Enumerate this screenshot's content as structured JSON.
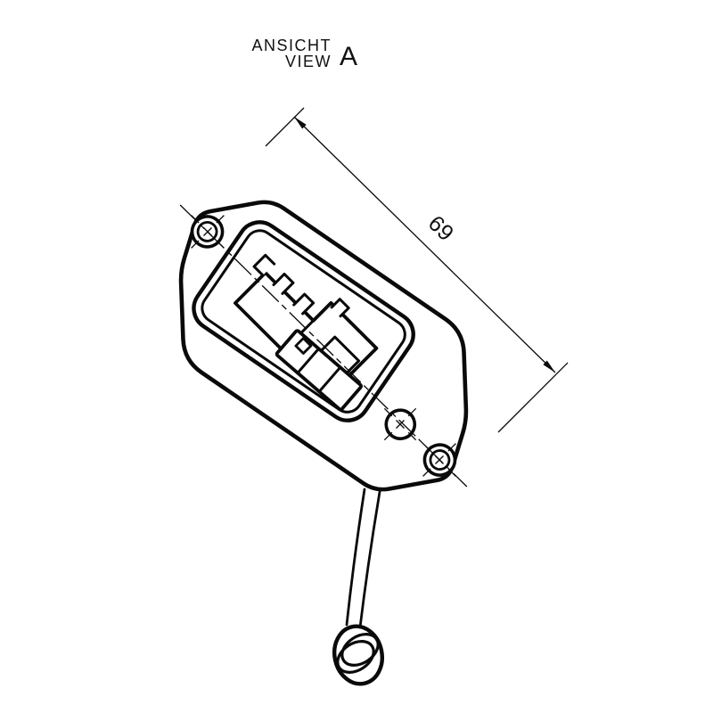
{
  "title": {
    "line1": "ANSICHT",
    "line2": "VIEW",
    "view_letter": "A"
  },
  "dimension": {
    "value": "69"
  },
  "colors": {
    "ink": "#0a0a0a",
    "background": "#ffffff"
  }
}
